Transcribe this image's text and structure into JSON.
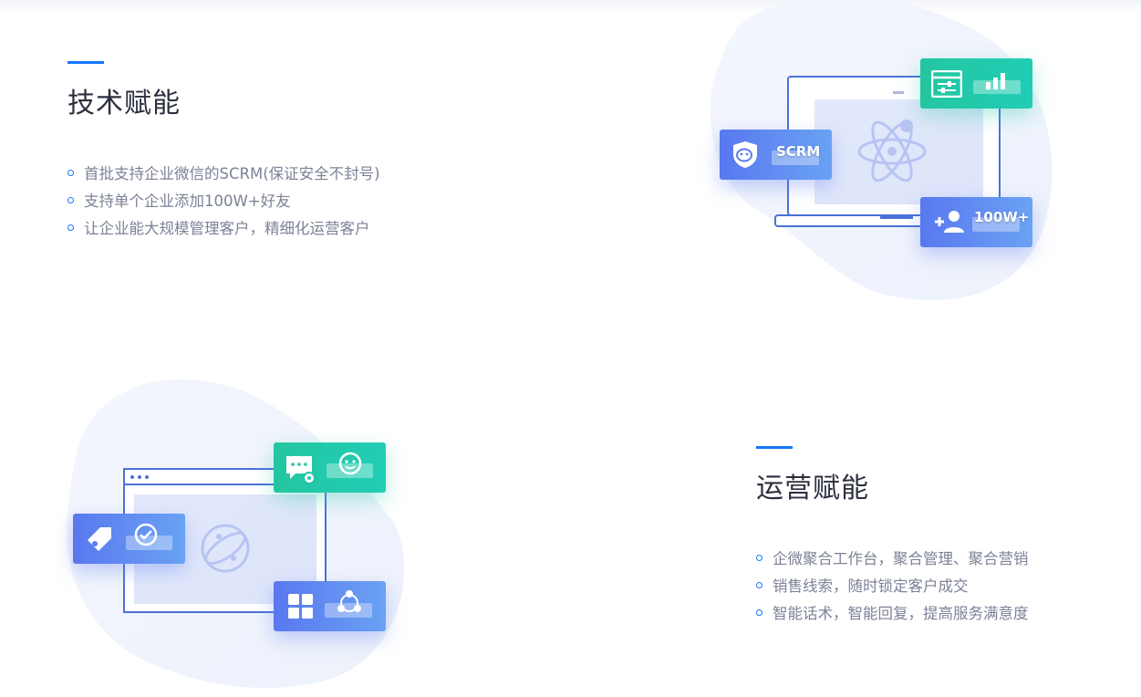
{
  "sections": [
    {
      "title": "技术赋能",
      "features": [
        "首批支持企业微信的SCRM(保证安全不封号)",
        "支持单个企业添加100W+好友",
        "让企业能大规模管理客户，精细化运营客户"
      ],
      "cards": {
        "scrm_label": "SCRM",
        "friends_label": "100W+"
      }
    },
    {
      "title": "运营赋能",
      "features": [
        "企微聚合工作台，聚合管理、聚合营销",
        "销售线索，随时锁定客户成交",
        "智能话术，智能回复，提高服务满意度"
      ]
    }
  ],
  "colors": {
    "accent": "#1677ff",
    "green_card": "#22c4a6",
    "blue_card": "#5b7cf0",
    "blob": "#eef2fc"
  }
}
